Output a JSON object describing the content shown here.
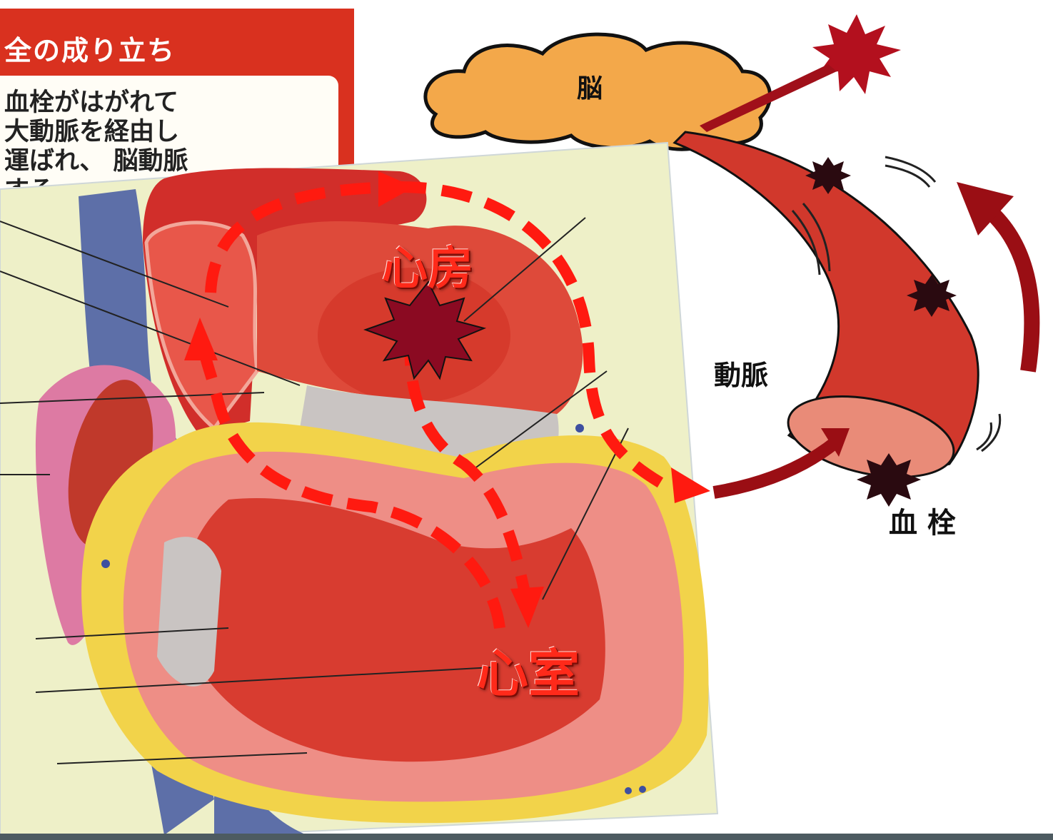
{
  "info_box": {
    "title": "全の成り立ち",
    "lines": [
      "血栓がはがれて",
      "大動脈を経由し",
      "運ばれ、 脳動脈",
      "する"
    ]
  },
  "labels": {
    "brain": "脳",
    "artery": "動脈",
    "clot": "血 栓",
    "atrium": "心房",
    "ventricle": "心室"
  },
  "colors": {
    "header_red": "#d9311f",
    "arrow_red": "#ff1a10",
    "clot_dark": "#8b0a22",
    "brain_orange": "#f3a84a",
    "artery_red": "#d1382c",
    "heart_bg": "#eef0c8"
  }
}
